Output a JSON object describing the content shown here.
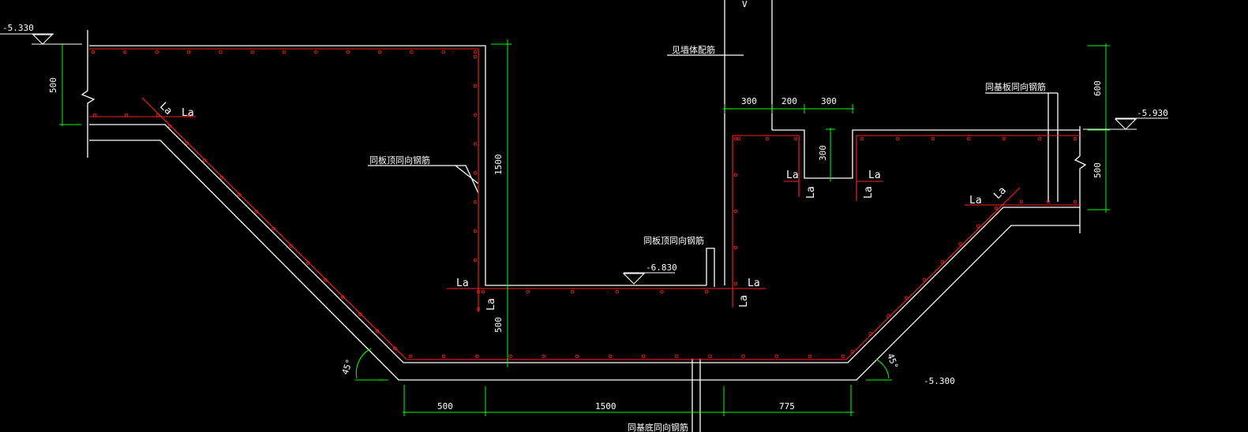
{
  "colors": {
    "background": "#000000",
    "outline": "#ffffff",
    "rebar": "#ff2020",
    "dimension": "#00ff00"
  },
  "elevations": {
    "top_left": "-5.330",
    "top_right": "-5.930",
    "pit_bottom": "-6.830",
    "bottom_right": "-5.300"
  },
  "dimensions": {
    "left_500": "500",
    "mid_1500": "1500",
    "mid_500": "500",
    "top_300a": "300",
    "top_200": "200",
    "top_300b": "300",
    "groove_300": "300",
    "right_600": "600",
    "right_500": "500",
    "bottom_500": "500",
    "bottom_1500": "1500",
    "bottom_775": "775"
  },
  "notes": {
    "wall_rebar": "见墙体配筋",
    "slab_top_left": "同板顶同向钢筋",
    "slab_top_pit": "同板顶同向钢筋",
    "slab_bottom_right": "同基板同向钢筋",
    "slab_bottom": "同基底同向钢筋"
  },
  "anchor_label": "La",
  "angle_label": "45°",
  "marker_v": "V"
}
